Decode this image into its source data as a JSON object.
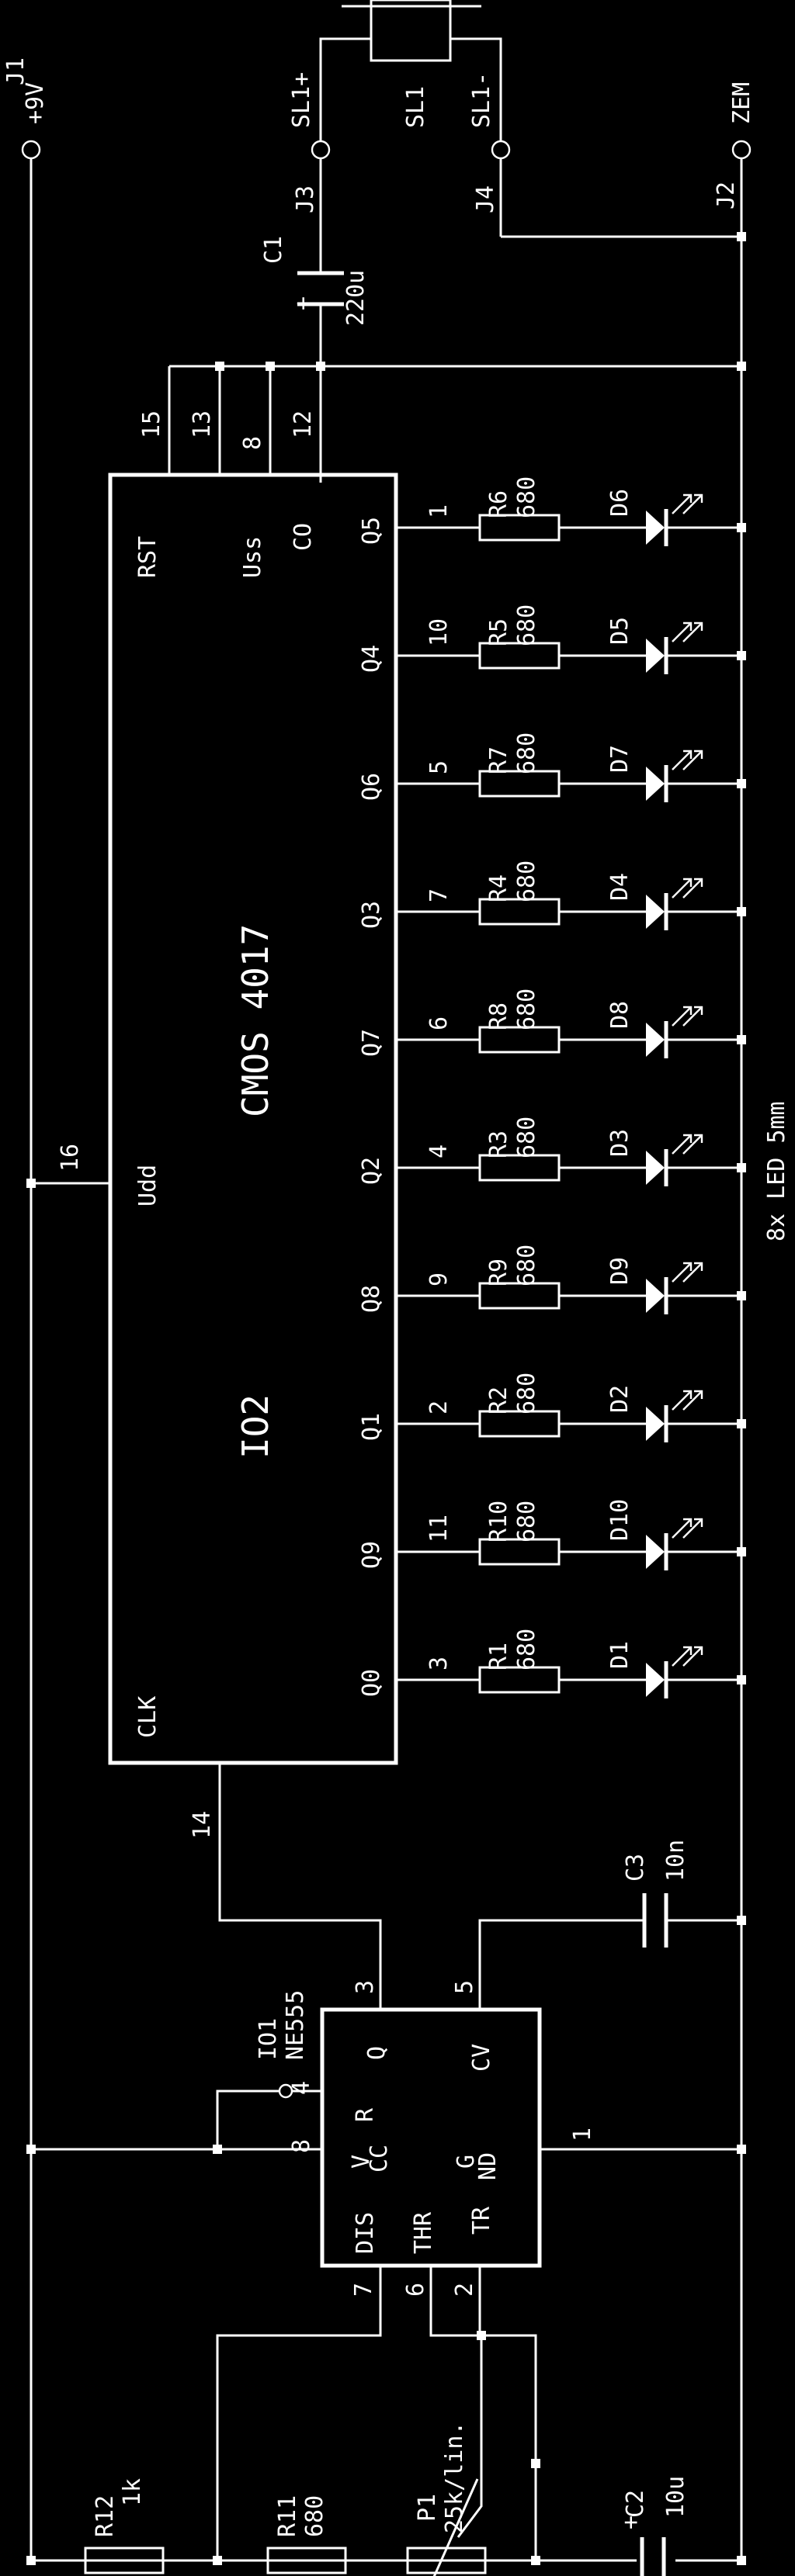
{
  "connectors": {
    "j1": {
      "ref": "J1",
      "name": "+9V"
    },
    "j2": {
      "ref": "J2",
      "name": "ZEM"
    },
    "j3": {
      "ref": "J3",
      "name": "SL1+"
    },
    "j4": {
      "ref": "J4",
      "name": "SL1-"
    }
  },
  "speaker": {
    "ref": "SL1"
  },
  "c1": {
    "ref": "C1",
    "value": "220u",
    "plus": "+"
  },
  "c2": {
    "ref": "C2",
    "value": "10u",
    "plus": "+"
  },
  "c3": {
    "ref": "C3",
    "value": "10n"
  },
  "r11": {
    "ref": "R11",
    "value": "680"
  },
  "r12": {
    "ref": "R12",
    "value": "1k"
  },
  "p1": {
    "ref": "P1",
    "value": "25k/lin."
  },
  "io1": {
    "ref": "IO1",
    "part": "NE555",
    "pins": {
      "dis": "DIS",
      "thr": "THR",
      "tr": "TR",
      "v": "V",
      "cc": "CC",
      "gnd_g": "G",
      "gnd_nd": "ND",
      "r": "R",
      "q": "Q",
      "cv": "CV"
    },
    "pin_numbers": {
      "p7": "7",
      "p6": "6",
      "p2": "2",
      "p8": "8",
      "p4": "4",
      "p1": "1",
      "p3": "3",
      "p5": "5"
    }
  },
  "io2": {
    "ref": "IO2",
    "part": "CMOS 4017",
    "pins": {
      "rst": "RST",
      "uss": "Uss",
      "co": "CO",
      "udd": "Udd",
      "clk": "CLK"
    },
    "pin_numbers": {
      "rst": "15",
      "p13": "13",
      "uss": "8",
      "co": "12",
      "udd": "16",
      "clk": "14"
    }
  },
  "outputs": [
    {
      "q": "Q5",
      "pin": "1",
      "r": "R6",
      "rv": "680",
      "d": "D6"
    },
    {
      "q": "Q4",
      "pin": "10",
      "r": "R5",
      "rv": "680",
      "d": "D5"
    },
    {
      "q": "Q6",
      "pin": "5",
      "r": "R7",
      "rv": "680",
      "d": "D7"
    },
    {
      "q": "Q3",
      "pin": "7",
      "r": "R4",
      "rv": "680",
      "d": "D4"
    },
    {
      "q": "Q7",
      "pin": "6",
      "r": "R8",
      "rv": "680",
      "d": "D8"
    },
    {
      "q": "Q2",
      "pin": "4",
      "r": "R3",
      "rv": "680",
      "d": "D3"
    },
    {
      "q": "Q8",
      "pin": "9",
      "r": "R9",
      "rv": "680",
      "d": "D9"
    },
    {
      "q": "Q1",
      "pin": "2",
      "r": "R2",
      "rv": "680",
      "d": "D2"
    },
    {
      "q": "Q9",
      "pin": "11",
      "r": "R10",
      "rv": "680",
      "d": "D10"
    },
    {
      "q": "Q0",
      "pin": "3",
      "r": "R1",
      "rv": "680",
      "d": "D1"
    }
  ],
  "led_note": "8x LED 5mm"
}
